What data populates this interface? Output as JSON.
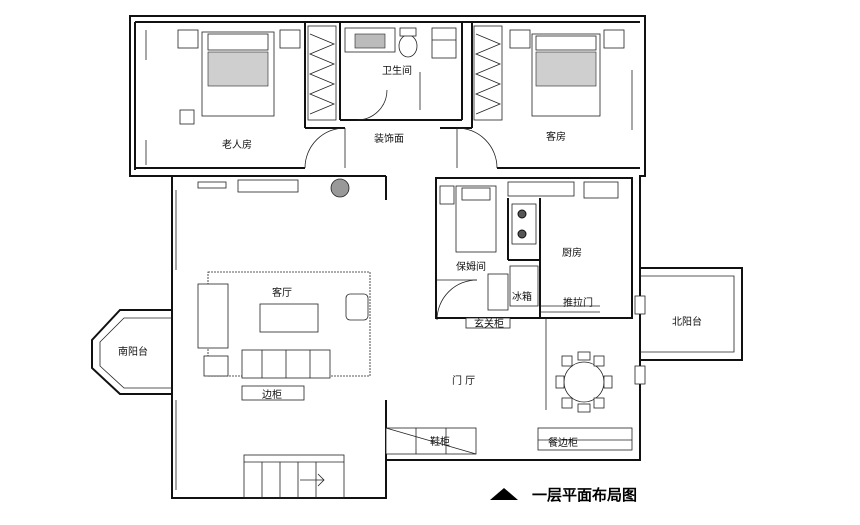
{
  "title": "一层平面布局图",
  "rooms": {
    "elder_bedroom": "老人房",
    "bathroom": "卫生间",
    "guest_room": "客房",
    "decor_wall": "装饰面",
    "nanny_room": "保姆间",
    "kitchen": "厨房",
    "fridge": "冰箱",
    "sliding_door": "推拉门",
    "living_room": "客厅",
    "entry_cabinet": "玄关柜",
    "north_balcony": "北阳台",
    "south_balcony": "南阳台",
    "side_cabinet": "边柜",
    "foyer": "门 厅",
    "shoe_cabinet": "鞋柜",
    "sideboard": "餐边柜"
  }
}
